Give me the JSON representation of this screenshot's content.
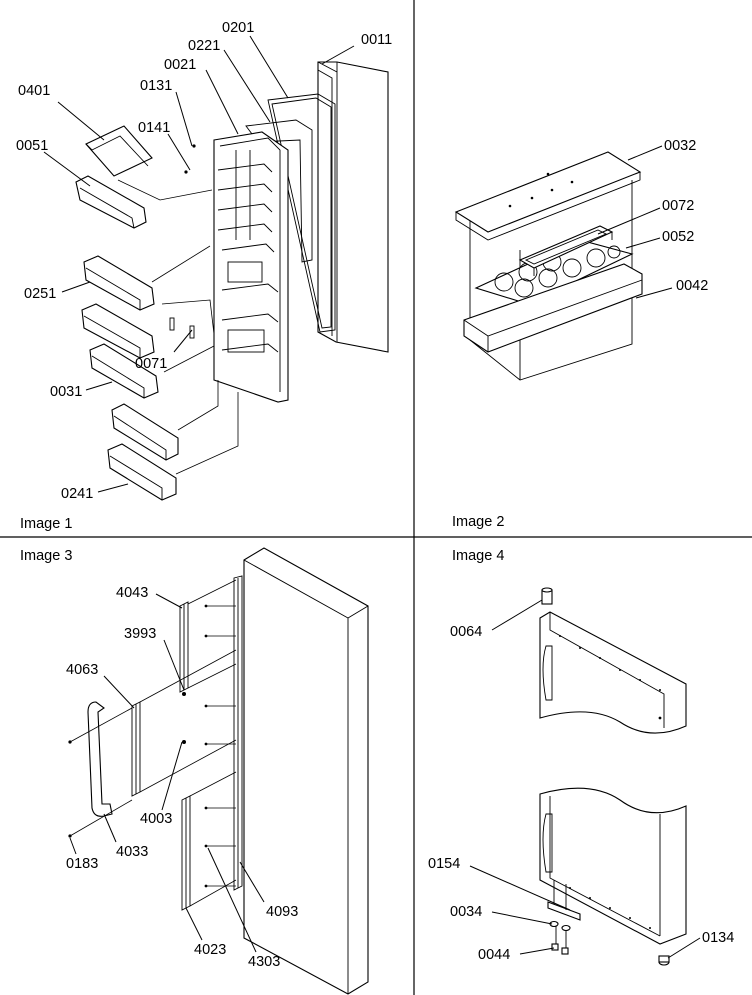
{
  "panels": [
    {
      "id": "image-1",
      "title": "Image 1"
    },
    {
      "id": "image-2",
      "title": "Image 2"
    },
    {
      "id": "image-3",
      "title": "Image 3"
    },
    {
      "id": "image-4",
      "title": "Image 4"
    }
  ],
  "part_labels": {
    "p0201": "0201",
    "p0011": "0011",
    "p0221": "0221",
    "p0021": "0021",
    "p0131": "0131",
    "p0401": "0401",
    "p0141": "0141",
    "p0051": "0051",
    "p0251": "0251",
    "p0071": "0071",
    "p0031": "0031",
    "p0241": "0241",
    "p0032": "0032",
    "p0072": "0072",
    "p0052": "0052",
    "p0042": "0042",
    "p4043": "4043",
    "p3993": "3993",
    "p4063": "4063",
    "p4003": "4003",
    "p4033": "4033",
    "p0183": "0183",
    "p4093": "4093",
    "p4023": "4023",
    "p4303": "4303",
    "p0064": "0064",
    "p0154": "0154",
    "p0034": "0034",
    "p0044": "0044",
    "p0134": "0134"
  }
}
